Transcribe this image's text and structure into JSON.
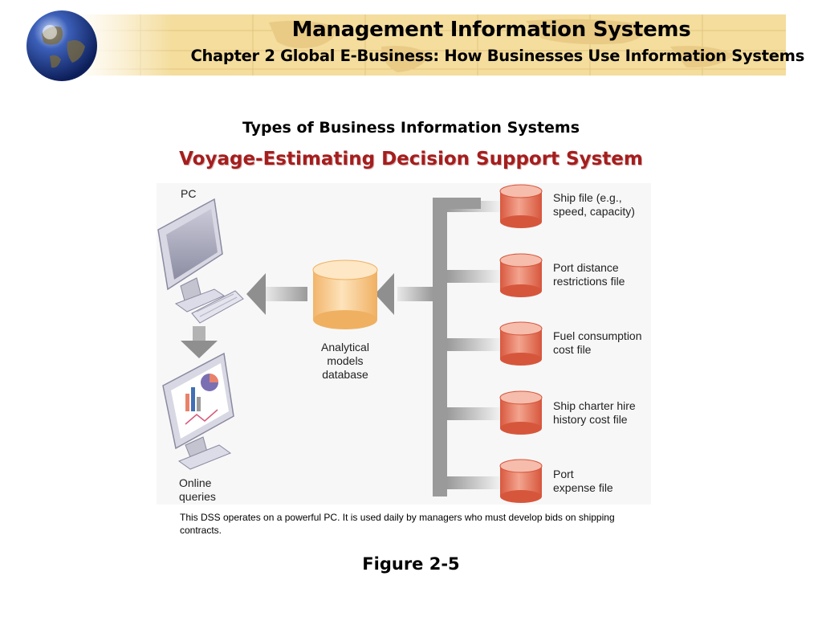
{
  "header": {
    "title": "Management Information Systems",
    "subtitle": "Chapter 2 Global E-Business: How Businesses Use Information Systems"
  },
  "section_title": "Types of Business Information Systems",
  "diagram": {
    "title": "Voyage-Estimating Decision Support System",
    "pc_label": "PC",
    "queries_label": "Online\nqueries",
    "database_label": "Analytical\nmodels\ndatabase",
    "files": [
      {
        "label": "Ship file (e.g.,\nspeed, capacity)"
      },
      {
        "label": "Port distance\nrestrictions file"
      },
      {
        "label": "Fuel consumption\ncost file"
      },
      {
        "label": "Ship charter hire\nhistory cost file"
      },
      {
        "label": "Port\nexpense file"
      }
    ]
  },
  "caption": "This DSS operates on a powerful PC. It is used daily by managers who must develop bids on shipping contracts.",
  "figure_label": "Figure 2-5",
  "colors": {
    "header_band": "#f4dd9d",
    "diagram_title": "#a41e1e",
    "file_cylinder": "#e8826a",
    "database_cylinder": "#f7c98c",
    "connector": "#9a9a9a"
  }
}
